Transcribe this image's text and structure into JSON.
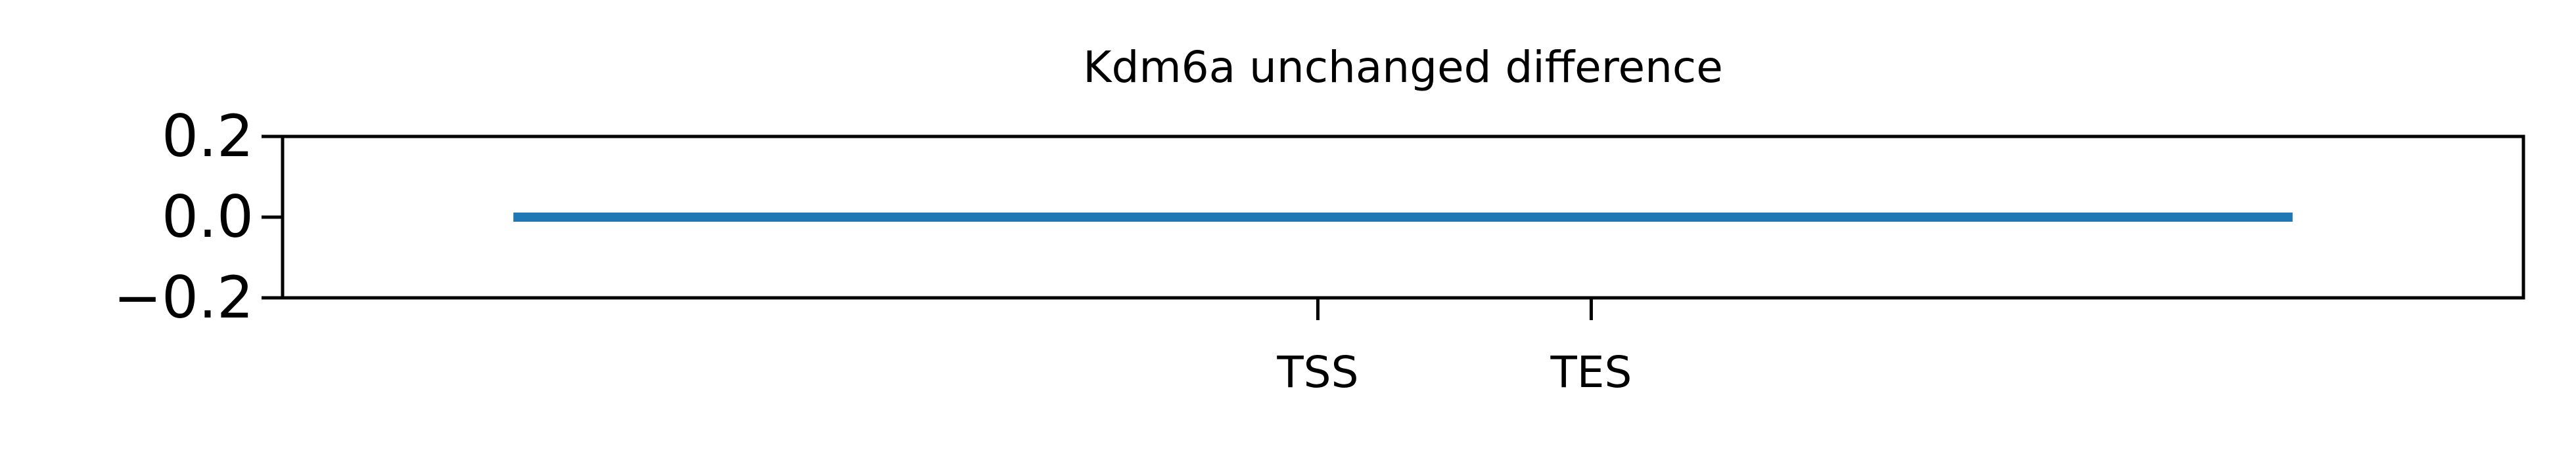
{
  "chart_data": {
    "type": "line",
    "title": "Kdm6a unchanged difference",
    "xlabel": "",
    "ylabel": "",
    "ylim": [
      -0.2,
      0.2
    ],
    "yticks": [
      {
        "value": 0.2,
        "label": "0.2"
      },
      {
        "value": 0.0,
        "label": "0.0"
      },
      {
        "value": -0.2,
        "label": "−0.2"
      }
    ],
    "xticks": [
      {
        "value": 0.462,
        "label": "TSS"
      },
      {
        "value": 0.584,
        "label": "TES"
      }
    ],
    "xlim": [
      0,
      1
    ],
    "series": [
      {
        "color": "#1f77b4",
        "x": [
          0.103,
          0.897
        ],
        "y": [
          0.0,
          0.0
        ]
      }
    ],
    "grid": false,
    "legend": "none"
  }
}
